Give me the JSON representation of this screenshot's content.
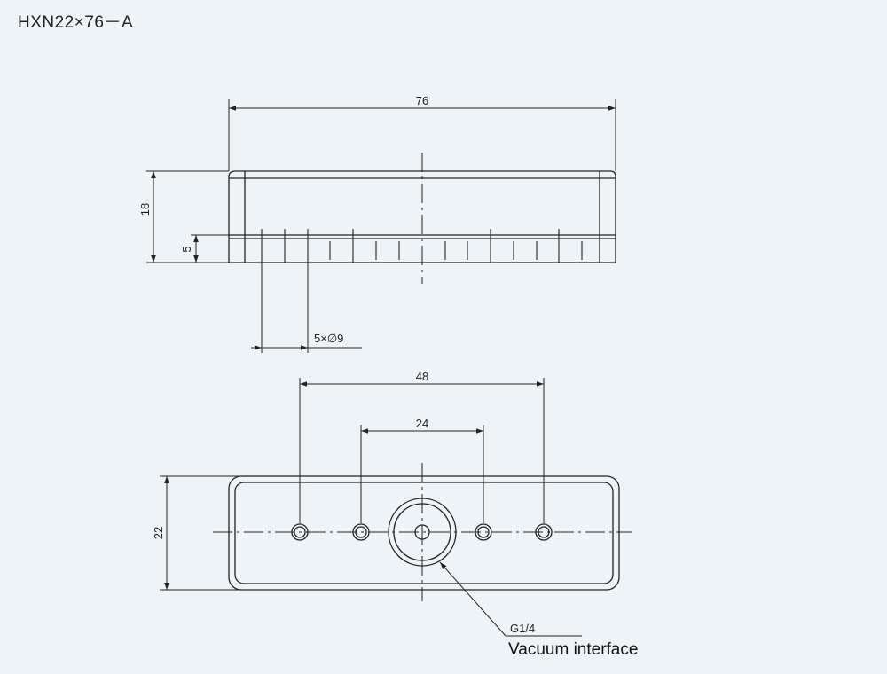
{
  "title": "HXN22×76－A",
  "side_view": {
    "length_label": "76",
    "height_label": "18",
    "bottom_layer_label": "5",
    "holes_label": "5×∅9"
  },
  "top_view": {
    "outer_spacing_label": "48",
    "inner_spacing_label": "24",
    "width_label": "22",
    "port_thread_label": "G1/4",
    "port_note": "Vacuum interface"
  }
}
